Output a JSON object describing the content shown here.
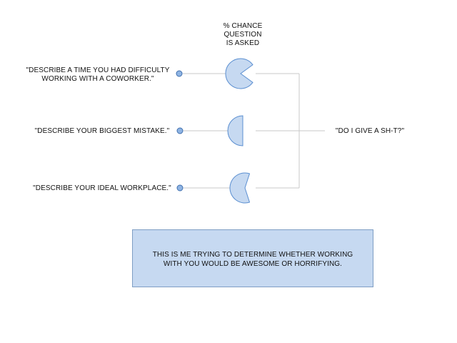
{
  "header": {
    "lines": [
      "% CHANCE",
      "QUESTION",
      "IS ASKED"
    ]
  },
  "questions": [
    {
      "lines": [
        "\"DESCRIBE A TIME YOU HAD DIFFICULTY",
        "WORKING WITH A COWORKER.\""
      ],
      "chance_fraction": 0.8
    },
    {
      "lines": [
        "\"DESCRIBE YOUR BIGGEST MISTAKE.\""
      ],
      "chance_fraction": 0.5
    },
    {
      "lines": [
        "\"DESCRIBE YOUR IDEAL WORKPLACE.\""
      ],
      "chance_fraction": 0.6
    }
  ],
  "outcome": {
    "label": "\"DO I GIVE A SH-T?\""
  },
  "note": {
    "lines": [
      "THIS IS ME TRYING TO DETERMINE WHETHER WORKING",
      "WITH YOU WOULD BE AWESOME OR HORRIFYING."
    ]
  },
  "colors": {
    "fill": "#c6d9f1",
    "stroke": "#5b8fd1",
    "line": "#c8c8c8",
    "dot": "#8fb4e3"
  }
}
